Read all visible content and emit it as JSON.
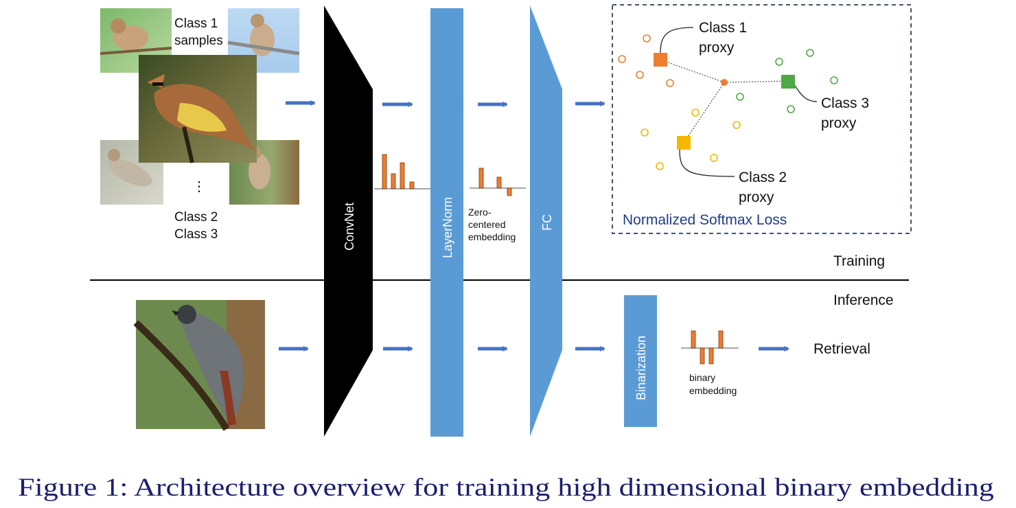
{
  "labels": {
    "class1_samples": [
      "Class 1",
      "samples"
    ],
    "class2": "Class 2",
    "class3": "Class 3",
    "vdots": "⋮",
    "convnet": "ConvNet",
    "layernorm": "LayerNorm",
    "fc": "FC",
    "binarization": "Binarization",
    "zero_centered": [
      "Zero-",
      "centered",
      "embedding"
    ],
    "binary_embedding": [
      "binary",
      "embedding"
    ],
    "proxy1": [
      "Class 1",
      "proxy"
    ],
    "proxy2": [
      "Class 2",
      "proxy"
    ],
    "proxy3": [
      "Class 3",
      "proxy"
    ],
    "loss": "Normalized Softmax Loss",
    "training": "Training",
    "inference": "Inference",
    "retrieval": "Retrieval"
  },
  "caption": "Figure 1: Architecture overview for training high dimensional binary embedding",
  "colors": {
    "block_blue": "#5b9bd5",
    "arrow_blue": "#4472c4",
    "class1_orange": "#ed7d31",
    "class2_yellow": "#f5b800",
    "class3_green": "#4fa843",
    "loss_text": "#1f3c88",
    "convnet": "#000000"
  },
  "icons": {
    "training_bird_collage": "cedar-waxwing-photos",
    "query_bird": "gray-catbird-photo"
  }
}
